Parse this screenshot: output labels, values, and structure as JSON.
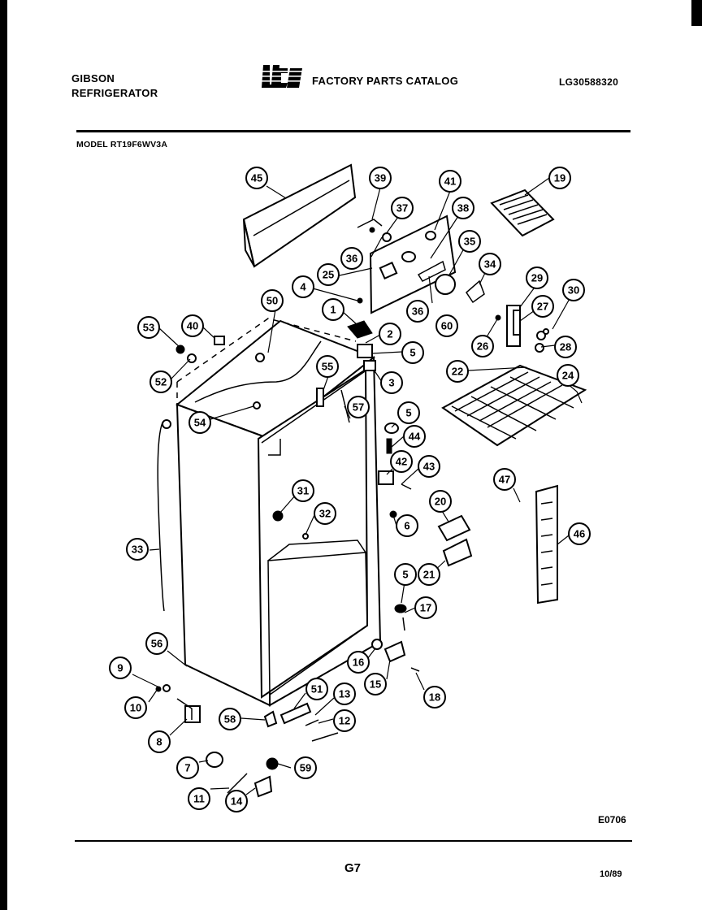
{
  "header": {
    "brand_line1": "GIBSON",
    "brand_line2": "REFRIGERATOR",
    "logo_text": "WCI",
    "catalog_title": "FACTORY PARTS CATALOG",
    "document_number": "LG30588320"
  },
  "model_line": "MODEL RT19F6WV3A",
  "diagram_code": "E0706",
  "page_number": "G7",
  "date_code": "10/89",
  "callouts": [
    {
      "label": "45"
    },
    {
      "label": "39"
    },
    {
      "label": "41"
    },
    {
      "label": "19"
    },
    {
      "label": "37"
    },
    {
      "label": "38"
    },
    {
      "label": "35"
    },
    {
      "label": "36"
    },
    {
      "label": "34"
    },
    {
      "label": "25"
    },
    {
      "label": "4"
    },
    {
      "label": "36"
    },
    {
      "label": "29"
    },
    {
      "label": "30"
    },
    {
      "label": "50"
    },
    {
      "label": "27"
    },
    {
      "label": "60"
    },
    {
      "label": "1"
    },
    {
      "label": "2"
    },
    {
      "label": "53"
    },
    {
      "label": "40"
    },
    {
      "label": "26"
    },
    {
      "label": "28"
    },
    {
      "label": "5"
    },
    {
      "label": "55"
    },
    {
      "label": "22"
    },
    {
      "label": "24"
    },
    {
      "label": "52"
    },
    {
      "label": "3"
    },
    {
      "label": "57"
    },
    {
      "label": "54"
    },
    {
      "label": "5"
    },
    {
      "label": "44"
    },
    {
      "label": "42"
    },
    {
      "label": "43"
    },
    {
      "label": "47"
    },
    {
      "label": "31"
    },
    {
      "label": "32"
    },
    {
      "label": "20"
    },
    {
      "label": "6"
    },
    {
      "label": "46"
    },
    {
      "label": "33"
    },
    {
      "label": "21"
    },
    {
      "label": "5"
    },
    {
      "label": "17"
    },
    {
      "label": "56"
    },
    {
      "label": "16"
    },
    {
      "label": "15"
    },
    {
      "label": "9"
    },
    {
      "label": "51"
    },
    {
      "label": "13"
    },
    {
      "label": "18"
    },
    {
      "label": "10"
    },
    {
      "label": "58"
    },
    {
      "label": "12"
    },
    {
      "label": "8"
    },
    {
      "label": "7"
    },
    {
      "label": "59"
    },
    {
      "label": "11"
    },
    {
      "label": "14"
    }
  ]
}
